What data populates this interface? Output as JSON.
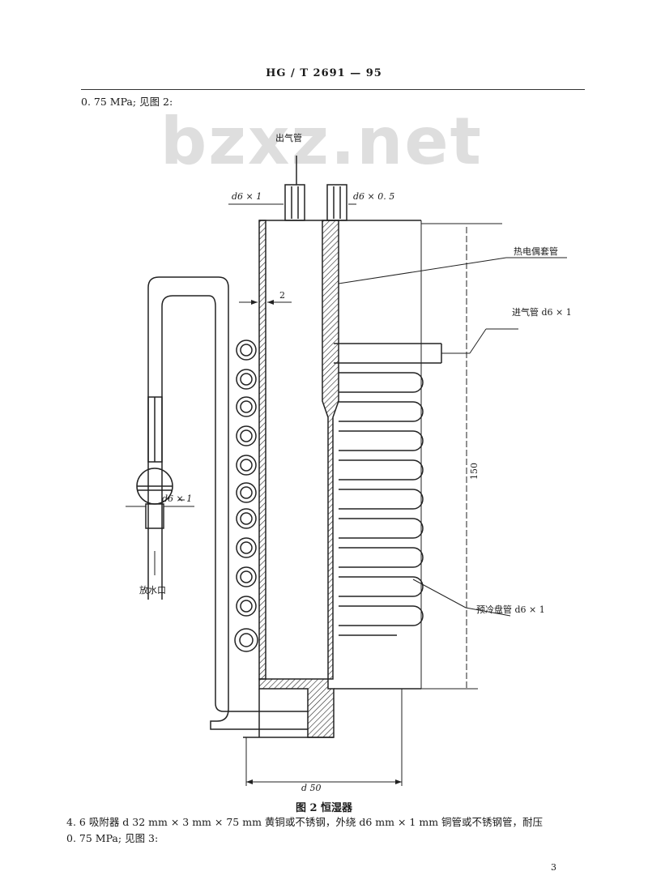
{
  "header": {
    "standard_no": "HG / T  2691 — 95"
  },
  "watermark": {
    "text": "bzxz.net"
  },
  "body": {
    "line_top": "0. 75 MPa;  见图 2:",
    "para_4_6_line1": "4. 6   吸附器 d 32 mm × 3 mm × 75 mm 黄铜或不锈钢，外绕 d6 mm × 1 mm 铜管或不锈钢管，耐压",
    "para_4_6_line2": "0. 75 MPa;  见图 3:"
  },
  "figure": {
    "caption": "图 2   恒湿器",
    "labels": {
      "outlet_pipe": "出气管",
      "pipe_left_size": "d6 × 1",
      "pipe_right_size": "d6 × 0. 5",
      "thermocouple_sleeve": "热电偶套管",
      "wall_thickness": "2",
      "inlet_pipe": "进气管 d6 × 1",
      "height_dim": "150",
      "drain_pipe_size": "d6 × 1",
      "drain_outlet": "放水口",
      "precool_coil": "预冷盘管 d6 × 1",
      "diameter_dim": "d 50"
    }
  },
  "page": {
    "number": "3"
  }
}
